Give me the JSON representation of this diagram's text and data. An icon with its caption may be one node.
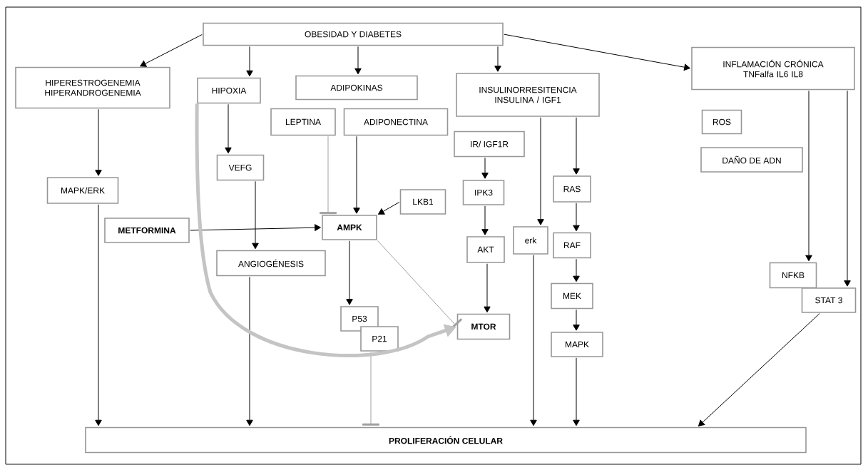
{
  "diagram": {
    "nodes": [
      {
        "text": [
          "OBESIDAD Y DIABETES"
        ]
      },
      {
        "text": [
          "HIPERESTROGENEMIA HIPERANDROGENEMIA"
        ]
      },
      {
        "text": [
          "HIPOXIA"
        ]
      },
      {
        "text": [
          "ADIPOKINAS"
        ]
      },
      {
        "text": [
          "INSULINORRESITENCIA INSULINA / IGF1"
        ]
      },
      {
        "text": [
          "INFLAMACIÓN CRÓNICA TNFalfa IL6 IL8"
        ]
      },
      {
        "text": [
          "LEPTINA"
        ]
      },
      {
        "text": [
          "ADIPONECTINA"
        ]
      },
      {
        "text": [
          "ROS"
        ]
      },
      {
        "text": [
          "IR/ IGF1R"
        ]
      },
      {
        "text": [
          "VEFG"
        ]
      },
      {
        "text": [
          "DAÑO DE ADN"
        ]
      },
      {
        "text": [
          "MAPK/ERK"
        ]
      },
      {
        "text": [
          "LKB1"
        ]
      },
      {
        "text": [
          "RAS"
        ]
      },
      {
        "text": [
          "IPK3"
        ]
      },
      {
        "text": [
          "METFORMINA"
        ]
      },
      {
        "text": [
          "AMPK"
        ]
      },
      {
        "text": [
          "AKT"
        ]
      },
      {
        "text": [
          "erk"
        ]
      },
      {
        "text": [
          "RAF"
        ]
      },
      {
        "text": [
          "ANGIOGÉNESIS"
        ]
      },
      {
        "text": [
          "MEK"
        ]
      },
      {
        "text": [
          "NFKB"
        ]
      },
      {
        "text": [
          "STAT 3"
        ]
      },
      {
        "text": [
          "P53"
        ]
      },
      {
        "text": [
          "P21"
        ]
      },
      {
        "text": [
          "MTOR"
        ]
      },
      {
        "text": [
          "MAPK"
        ]
      },
      {
        "text": [
          "PROLIFERACIÓN CELULAR"
        ]
      }
    ],
    "edges": [
      {
        "from": 0,
        "to": 1,
        "arrow": "to"
      },
      {
        "from": 0,
        "to": 2,
        "arrow": "to"
      },
      {
        "from": 0,
        "to": 3,
        "arrow": "to"
      },
      {
        "from": 0,
        "to": 4,
        "arrow": "to"
      },
      {
        "from": 0,
        "to": 5,
        "arrow": "to"
      },
      {
        "from": 1,
        "to": 12,
        "arrow": "to"
      },
      {
        "from": 2,
        "to": 10,
        "arrow": "to"
      },
      {
        "from": 6,
        "to": 17,
        "arrow": "other",
        "color": "#a0a0a0"
      },
      {
        "from": 7,
        "to": 17,
        "arrow": "to"
      },
      {
        "from": 13,
        "to": 17,
        "arrow": "to"
      },
      {
        "from": 16,
        "to": 17,
        "arrow": "to"
      },
      {
        "from": 10,
        "to": 21,
        "arrow": "to"
      },
      {
        "from": 9,
        "to": 15,
        "arrow": "to"
      },
      {
        "from": 15,
        "to": 18,
        "arrow": "to"
      },
      {
        "from": 18,
        "to": 27,
        "arrow": "to"
      },
      {
        "from": 4,
        "to": 19,
        "arrow": "to"
      },
      {
        "from": 4,
        "to": 14,
        "arrow": "to"
      },
      {
        "from": 14,
        "to": 20,
        "arrow": "to"
      },
      {
        "from": 20,
        "to": 22,
        "arrow": "to"
      },
      {
        "from": 22,
        "to": 28,
        "arrow": "to"
      },
      {
        "from": 17,
        "to": 25,
        "arrow": "to"
      },
      {
        "from": 17,
        "to": 27,
        "arrow": "other",
        "color": "#a0a0a0"
      },
      {
        "from": 26,
        "to": 29,
        "arrow": "other",
        "color": "#a0a0a0"
      },
      {
        "from": 12,
        "to": 29,
        "arrow": "to"
      },
      {
        "from": 21,
        "to": 29,
        "arrow": "to"
      },
      {
        "from": 19,
        "to": 29,
        "arrow": "to"
      },
      {
        "from": 28,
        "to": 29,
        "arrow": "to"
      },
      {
        "from": 24,
        "to": 29,
        "arrow": "to"
      },
      {
        "from": 5,
        "to": 23,
        "arrow": "to"
      },
      {
        "from": 5,
        "to": 24,
        "arrow": "to"
      },
      {
        "from": 2,
        "to": 27,
        "arrow": "to",
        "style": "thick",
        "color": "#c4c4c4"
      }
    ]
  }
}
